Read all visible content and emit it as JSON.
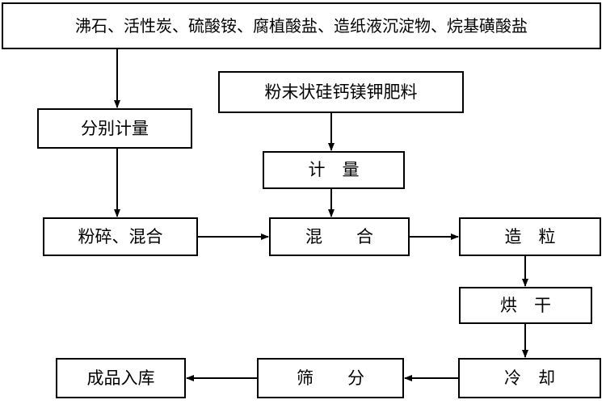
{
  "flowchart": {
    "nodes": {
      "raw_materials": "沸石、活性炭、硫酸铵、腐植酸盐、造纸液沉淀物、烷基磺酸盐",
      "powder_fertilizer": "粉末状硅钙镁钾肥料",
      "measure_1": "分别计量",
      "measure_2": "计　量",
      "crush_mix": "粉碎、混合",
      "mix": "混　　合",
      "granulate": "造　粒",
      "dry": "烘　干",
      "cool": "冷　却",
      "sieve": "筛　　分",
      "product": "成品入库"
    },
    "edges": [
      {
        "from": "raw_materials",
        "to": "measure_1"
      },
      {
        "from": "measure_1",
        "to": "crush_mix"
      },
      {
        "from": "powder_fertilizer",
        "to": "measure_2"
      },
      {
        "from": "measure_2",
        "to": "mix"
      },
      {
        "from": "crush_mix",
        "to": "mix"
      },
      {
        "from": "mix",
        "to": "granulate"
      },
      {
        "from": "granulate",
        "to": "dry"
      },
      {
        "from": "dry",
        "to": "cool"
      },
      {
        "from": "cool",
        "to": "sieve"
      },
      {
        "from": "sieve",
        "to": "product"
      }
    ],
    "colors": {
      "line": "#000000",
      "box_fill": "#ffffff",
      "text": "#000000"
    }
  }
}
